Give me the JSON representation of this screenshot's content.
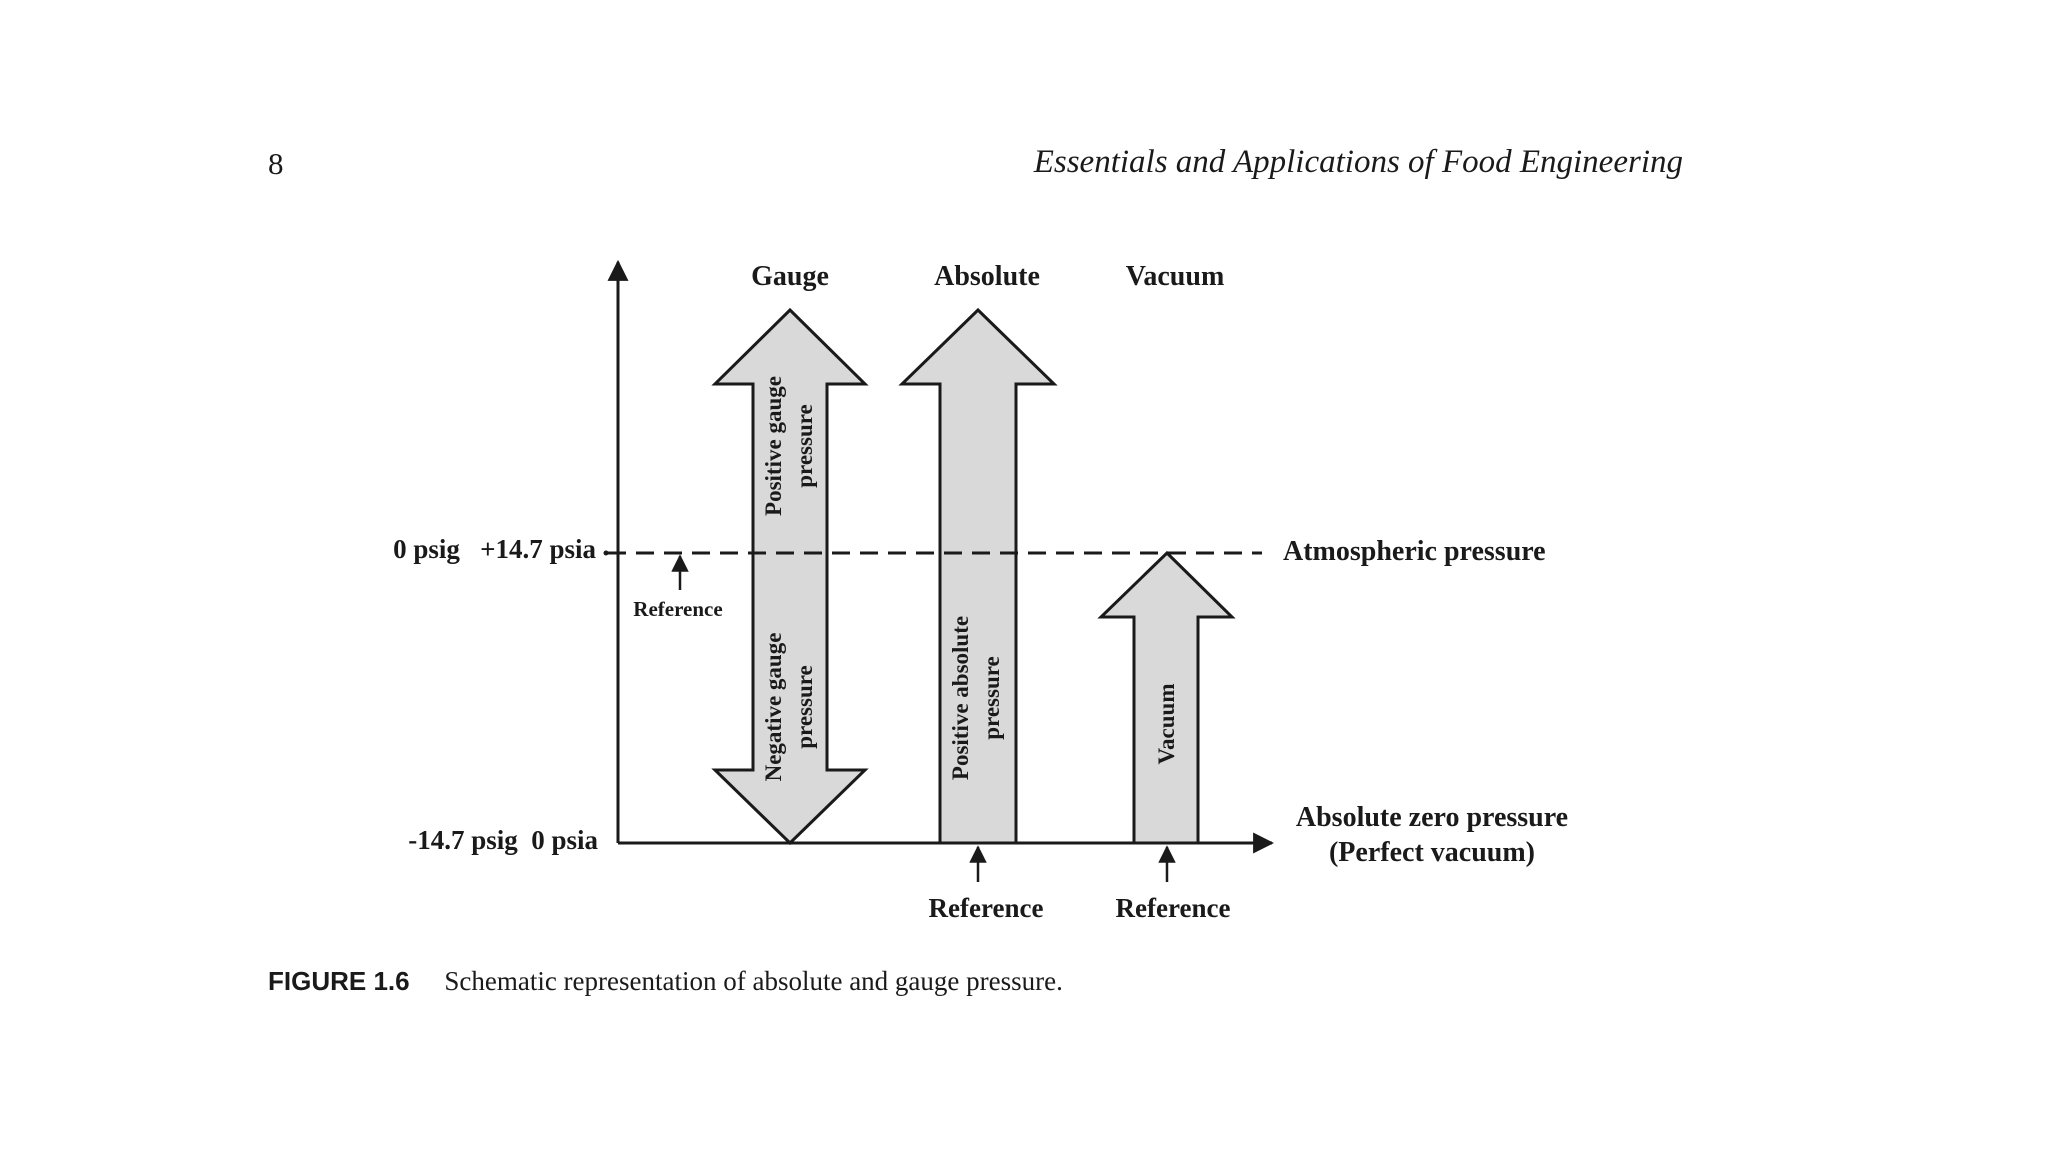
{
  "page": {
    "number": "8",
    "running_head": "Essentials and Applications of Food Engineering"
  },
  "figure": {
    "columns": {
      "gauge": "Gauge",
      "absolute": "Absolute",
      "vacuum": "Vacuum"
    },
    "levels": {
      "atmospheric_left": "0 psig   +14.7 psia",
      "zero_left": "-14.7 psig  0 psia",
      "atmospheric_right": "Atmospheric pressure",
      "zero_right_line1": "Absolute zero pressure",
      "zero_right_line2": "(Perfect vacuum)"
    },
    "arrows": {
      "positive_gauge": [
        "Positive gauge",
        "pressure"
      ],
      "negative_gauge": [
        "Negative gauge",
        "pressure"
      ],
      "positive_absolute": [
        "Positive absolute",
        "pressure"
      ],
      "vacuum": "Vacuum"
    },
    "references": {
      "gauge": "Reference",
      "absolute": "Reference",
      "vacuum": "Reference"
    }
  },
  "caption": {
    "label": "FIGURE 1.6",
    "text": "Schematic representation of absolute and gauge pressure."
  }
}
